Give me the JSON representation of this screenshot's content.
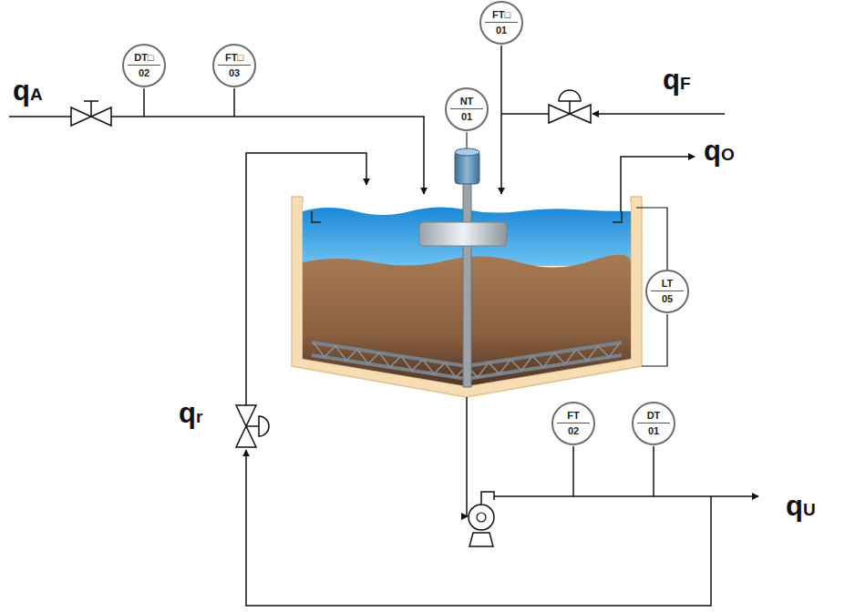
{
  "diagram": {
    "nodes": [
      {
        "text": [
          "FT□",
          "01"
        ]
      },
      {
        "text": [
          "DT□",
          "02"
        ]
      },
      {
        "text": [
          "FT□",
          "03"
        ]
      },
      {
        "text": [
          "NT",
          "01"
        ]
      },
      {
        "text": [
          "LT",
          "05"
        ]
      },
      {
        "text": [
          "FT",
          "02"
        ]
      },
      {
        "text": [
          "DT",
          "01"
        ]
      }
    ],
    "labels": [
      "qA",
      "qF",
      "qO",
      "qr",
      "qU"
    ]
  }
}
